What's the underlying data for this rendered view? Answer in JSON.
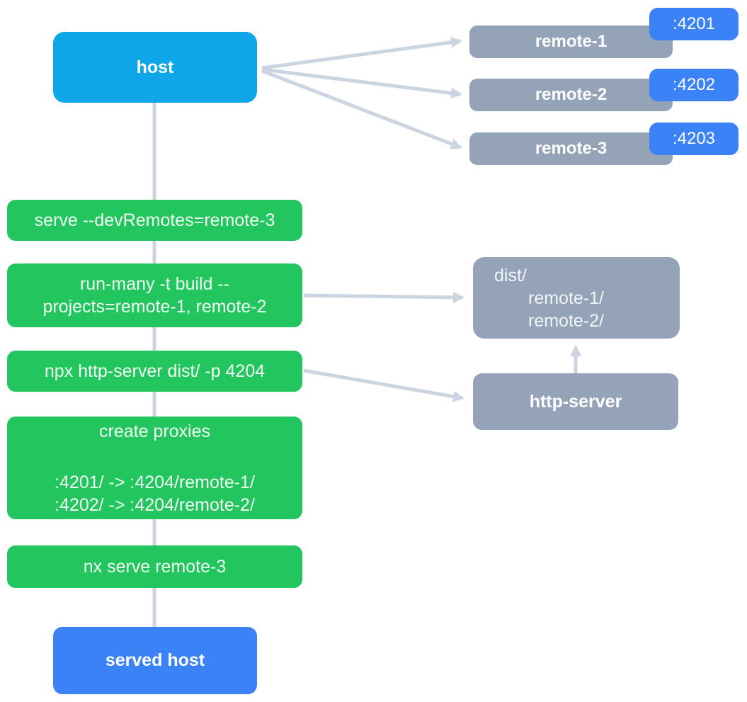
{
  "colors": {
    "background": "#ffffff",
    "host_blue": "#0ea5e9",
    "accent_blue": "#3b82f6",
    "step_green": "#22c55e",
    "node_gray": "#94a3b8",
    "arrow_gray": "#cbd5e1",
    "text_light": "#ffffff"
  },
  "nodes": {
    "host": {
      "label": "host"
    },
    "served_host": {
      "label": "served host"
    },
    "remotes": [
      {
        "label": "remote-1",
        "port": ":4201"
      },
      {
        "label": "remote-2",
        "port": ":4202"
      },
      {
        "label": "remote-3",
        "port": ":4203"
      }
    ],
    "steps": [
      {
        "text": "serve --devRemotes=remote-3"
      },
      {
        "lines": [
          "run-many -t build --",
          "projects=remote-1, remote-2"
        ]
      },
      {
        "text": "npx http-server dist/ -p 4204"
      },
      {
        "lines": [
          "create proxies",
          "",
          ":4201/ -> :4204/remote-1/",
          ":4202/ -> :4204/remote-2/"
        ]
      },
      {
        "text": "nx serve remote-3"
      }
    ],
    "dist": {
      "lines": [
        "dist/",
        "remote-1/",
        "remote-2/"
      ]
    },
    "http_server": {
      "label": "http-server"
    }
  },
  "edges": [
    {
      "from": "host",
      "to": "remote-1"
    },
    {
      "from": "host",
      "to": "remote-2"
    },
    {
      "from": "host",
      "to": "remote-3"
    },
    {
      "from": "host",
      "to": "served-host"
    },
    {
      "from": "step-run-many-build",
      "to": "dist-folder"
    },
    {
      "from": "step-npx-http-server",
      "to": "http-server"
    },
    {
      "from": "http-server",
      "to": "dist-folder"
    }
  ]
}
